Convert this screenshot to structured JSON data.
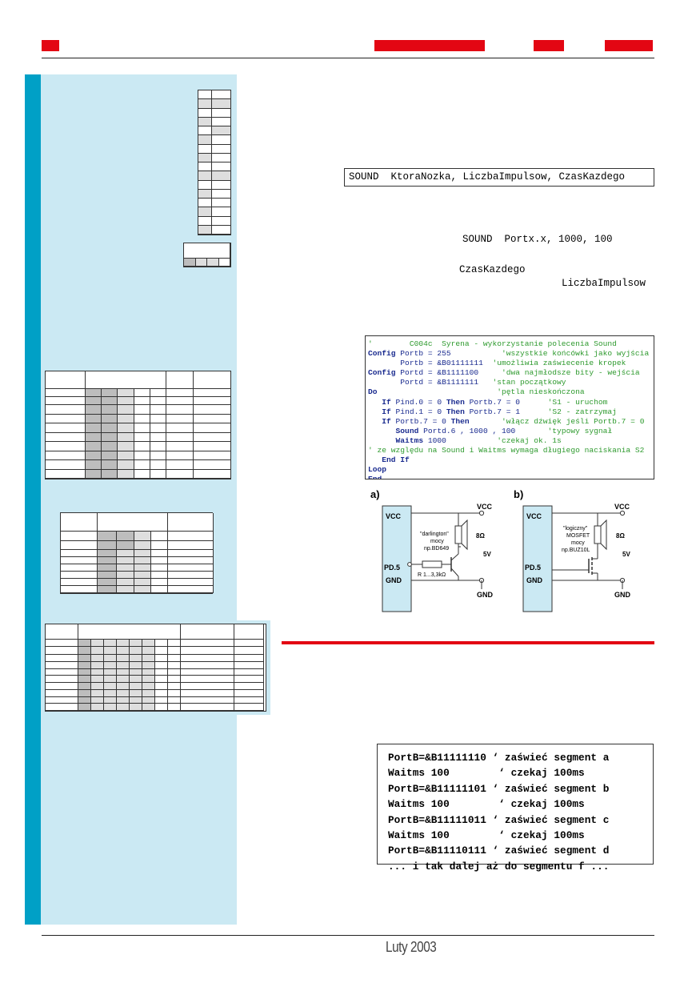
{
  "footer": {
    "date": "Luty 2003"
  },
  "syntax": {
    "general": "SOUND  KtoraNozka, LiczbaImpulsow, CzasKazdego"
  },
  "example_call": "SOUND  Portx.x, 1000, 100",
  "params": {
    "time": "CzasKazdego",
    "count": "LiczbaImpulsow"
  },
  "listing": {
    "lines": [
      [
        {
          "t": "'        C004c  Syrena - wykorzystanie polecenia Sound",
          "c": "cm"
        }
      ],
      [
        {
          "t": "Config",
          "c": "k"
        },
        {
          "t": " Portb = 255           ",
          "c": "t"
        },
        {
          "t": "'wszystkie końcówki jako wyjścia",
          "c": "cm"
        }
      ],
      [
        {
          "t": "       Portb = &B01111111  ",
          "c": "t"
        },
        {
          "t": "'umożliwia zaświecenie kropek",
          "c": "cm"
        }
      ],
      [
        {
          "t": "Config",
          "c": "k"
        },
        {
          "t": " Portd = &B1111100     ",
          "c": "t"
        },
        {
          "t": "'dwa najmłodsze bity - wejścia",
          "c": "cm"
        }
      ],
      [
        {
          "t": "       Portd = &B1111111   ",
          "c": "t"
        },
        {
          "t": "'stan początkowy",
          "c": "cm"
        }
      ],
      [
        {
          "t": "Do",
          "c": "k"
        },
        {
          "t": "                          ",
          "c": "t"
        },
        {
          "t": "'pętla nieskończona",
          "c": "cm"
        }
      ],
      [
        {
          "t": "   If",
          "c": "k"
        },
        {
          "t": " Pind.0 = 0 ",
          "c": "t"
        },
        {
          "t": "Then",
          "c": "k"
        },
        {
          "t": " Portb.7 = 0      ",
          "c": "t"
        },
        {
          "t": "'S1 - uruchom",
          "c": "cm"
        }
      ],
      [
        {
          "t": "   If",
          "c": "k"
        },
        {
          "t": " Pind.1 = 0 ",
          "c": "t"
        },
        {
          "t": "Then",
          "c": "k"
        },
        {
          "t": " Portb.7 = 1      ",
          "c": "t"
        },
        {
          "t": "'S2 - zatrzymaj",
          "c": "cm"
        }
      ],
      [
        {
          "t": "   If",
          "c": "k"
        },
        {
          "t": " Portb.7 = 0 ",
          "c": "t"
        },
        {
          "t": "Then",
          "c": "k"
        },
        {
          "t": "       ",
          "c": "t"
        },
        {
          "t": "'włącz dźwięk jeśli Portb.7 = 0",
          "c": "cm"
        }
      ],
      [
        {
          "t": "      Sound",
          "c": "k"
        },
        {
          "t": " Portd.6 , 1000 , 100       ",
          "c": "t"
        },
        {
          "t": "'typowy sygnał",
          "c": "cm"
        }
      ],
      [
        {
          "t": "      Waitms",
          "c": "k"
        },
        {
          "t": " 1000           ",
          "c": "t"
        },
        {
          "t": "'czekaj ok. 1s",
          "c": "cm"
        }
      ],
      [
        {
          "t": "' ze względu na Sound i Waitms wymaga długiego naciskania S2",
          "c": "cm"
        }
      ],
      [
        {
          "t": "   End If",
          "c": "k"
        }
      ],
      [
        {
          "t": "Loop",
          "c": "k"
        }
      ],
      [
        {
          "t": "End",
          "c": "k"
        }
      ]
    ]
  },
  "circuit_a": {
    "label": "a)",
    "vcc_rail": "VCC",
    "vcc_top": "VCC",
    "pin": "PD.5",
    "gnd_rail": "GND",
    "gnd_bottom": "GND",
    "transistor": [
      "\"darlington\"",
      "mocy",
      "np.BD649"
    ],
    "resistor": "R 1...3,3kΩ",
    "speaker": "8Ω",
    "supply": "5V"
  },
  "circuit_b": {
    "label": "b)",
    "vcc_rail": "VCC",
    "vcc_top": "VCC",
    "pin": "PD.5",
    "gnd_rail": "GND",
    "gnd_bottom": "GND",
    "transistor": [
      "\"logiczny\"",
      "MOSFET",
      "mocy",
      "np.BUZ10L"
    ],
    "speaker": "8Ω",
    "supply": "5V"
  },
  "port_listing": [
    "PortB=&B11111110 ‘ zaświeć segment a",
    "Waitms 100        ‘ czekaj 100ms",
    "PortB=&B11111101 ‘ zaświeć segment b",
    "Waitms 100        ‘ czekaj 100ms",
    "PortB=&B11111011 ‘ zaświeć segment c",
    "Waitms 100        ‘ czekaj 100ms",
    "PortB=&B11110111 ‘ zaświeć segment d",
    "... i tak dalej aż do segmentu f ..."
  ],
  "colors": {
    "accent_red": "#e30613",
    "sidebar_dark": "#00a0c6",
    "sidebar_light": "#cbe9f3"
  }
}
